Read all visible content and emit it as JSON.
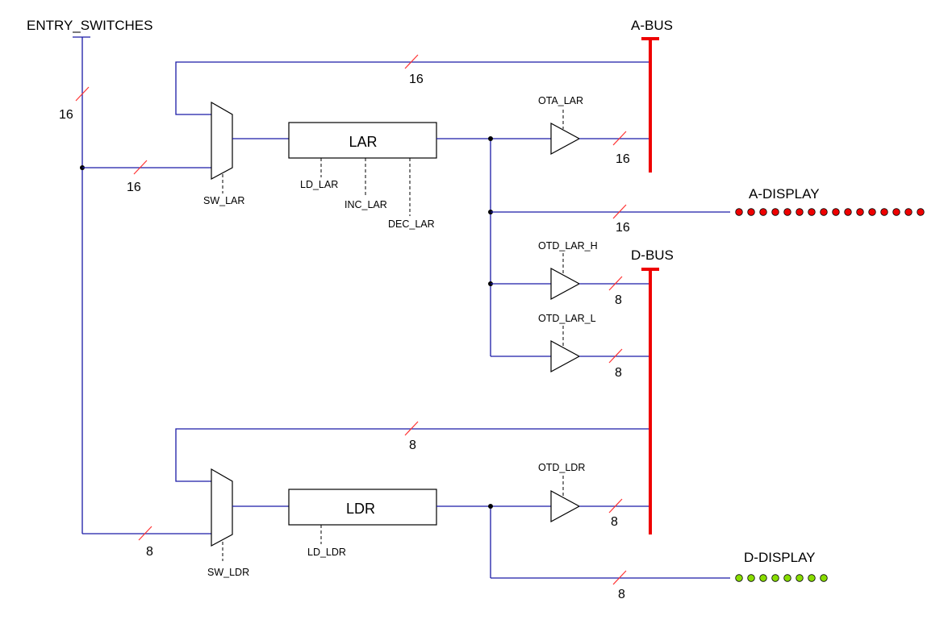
{
  "labels": {
    "entry_switches": "ENTRY_SWITCHES",
    "a_bus": "A-BUS",
    "d_bus": "D-BUS",
    "a_display": "A-DISPLAY",
    "d_display": "D-DISPLAY",
    "lar": "LAR",
    "ldr": "LDR",
    "sw_lar": "SW_LAR",
    "sw_ldr": "SW_LDR",
    "ld_lar": "LD_LAR",
    "inc_lar": "INC_LAR",
    "dec_lar": "DEC_LAR",
    "ld_ldr": "LD_LDR",
    "ota_lar": "OTA_LAR",
    "otd_lar_h": "OTD_LAR_H",
    "otd_lar_l": "OTD_LAR_L",
    "otd_ldr": "OTD_LDR"
  },
  "widths": {
    "entry": "16",
    "abus_feedback": "16",
    "sw_lar_in": "16",
    "ota_out": "16",
    "a_display": "16",
    "otd_h_out": "8",
    "otd_l_out": "8",
    "dbus_feedback": "8",
    "sw_ldr_in": "8",
    "otd_ldr_out": "8",
    "d_display": "8"
  },
  "displays": {
    "a_display_leds": 16,
    "a_display_color": "#ee0000",
    "d_display_leds": 8,
    "d_display_color": "#88dd00"
  },
  "colors": {
    "wire": "#1a1aa6",
    "bus": "#ee0000"
  }
}
